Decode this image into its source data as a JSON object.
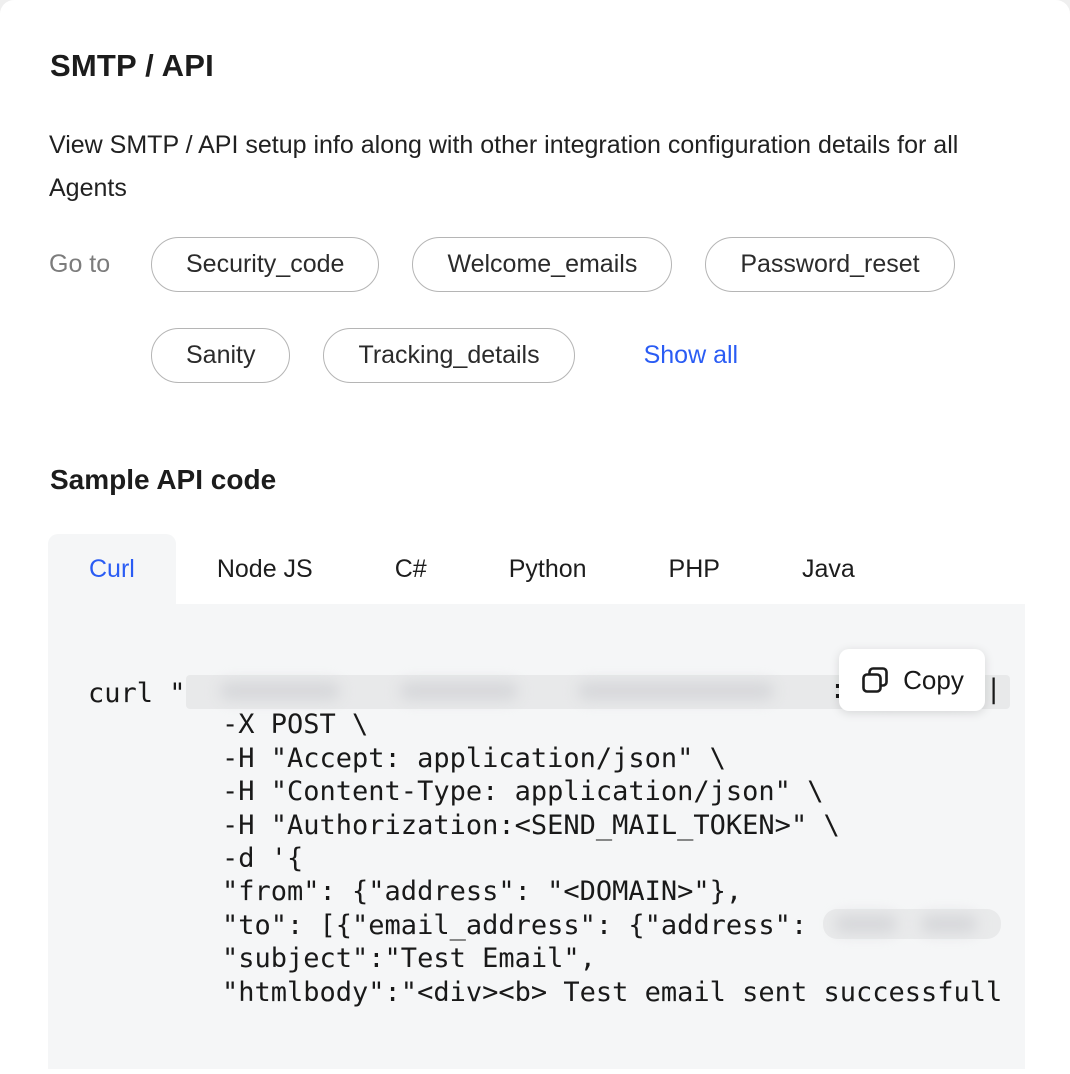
{
  "colors": {
    "accent_blue": "#2a5cf4",
    "code_background": "#f5f6f7",
    "page_background": "#ffffff",
    "pill_border": "#b5b5b5",
    "muted_label": "#7c7c7c",
    "redaction_bar": "#e8e9ea"
  },
  "page": {
    "title": "SMTP / API",
    "description": "View SMTP / API setup info along with other integration configuration details for all Agents"
  },
  "goto": {
    "label": "Go to",
    "agents": [
      "Security_code",
      "Welcome_emails",
      "Password_reset",
      "Sanity",
      "Tracking_details"
    ],
    "show_all_label": "Show all"
  },
  "sample": {
    "heading": "Sample API code",
    "tabs": [
      {
        "label": "Curl",
        "active": true
      },
      {
        "label": "Node JS",
        "active": false
      },
      {
        "label": "C#",
        "active": false
      },
      {
        "label": "Python",
        "active": false
      },
      {
        "label": "PHP",
        "active": false
      },
      {
        "label": "Java",
        "active": false
      }
    ],
    "copy_button": {
      "label": "Copy",
      "icon": "copy-icon"
    },
    "code": {
      "language": "curl",
      "lines": [
        {
          "text": "curl \"",
          "indent": 0,
          "redact": "url"
        },
        {
          "text": "-X POST \\",
          "indent": 1
        },
        {
          "text": "-H \"Accept: application/json\" \\",
          "indent": 1
        },
        {
          "text": "-H \"Content-Type: application/json\" \\",
          "indent": 1
        },
        {
          "text": "-H \"Authorization:<SEND_MAIL_TOKEN>\" \\",
          "indent": 1
        },
        {
          "text": "-d '{",
          "indent": 1
        },
        {
          "text": "\"from\": {\"address\": \"<DOMAIN>\"},",
          "indent": 1
        },
        {
          "text": "\"to\": [{\"email_address\": {\"address\": ",
          "indent": 1,
          "redact": "email"
        },
        {
          "text": "\"subject\":\"Test Email\",",
          "indent": 1
        },
        {
          "text": "\"htmlbody\":\"<div><b> Test email sent successfull",
          "indent": 1
        }
      ],
      "redactions": {
        "url": {
          "note": "blurred-endpoint",
          "visible_fragments": [
            ":",
            "|"
          ]
        },
        "email": {
          "note": "blurred-recipient",
          "visible_fragments": []
        }
      }
    }
  }
}
